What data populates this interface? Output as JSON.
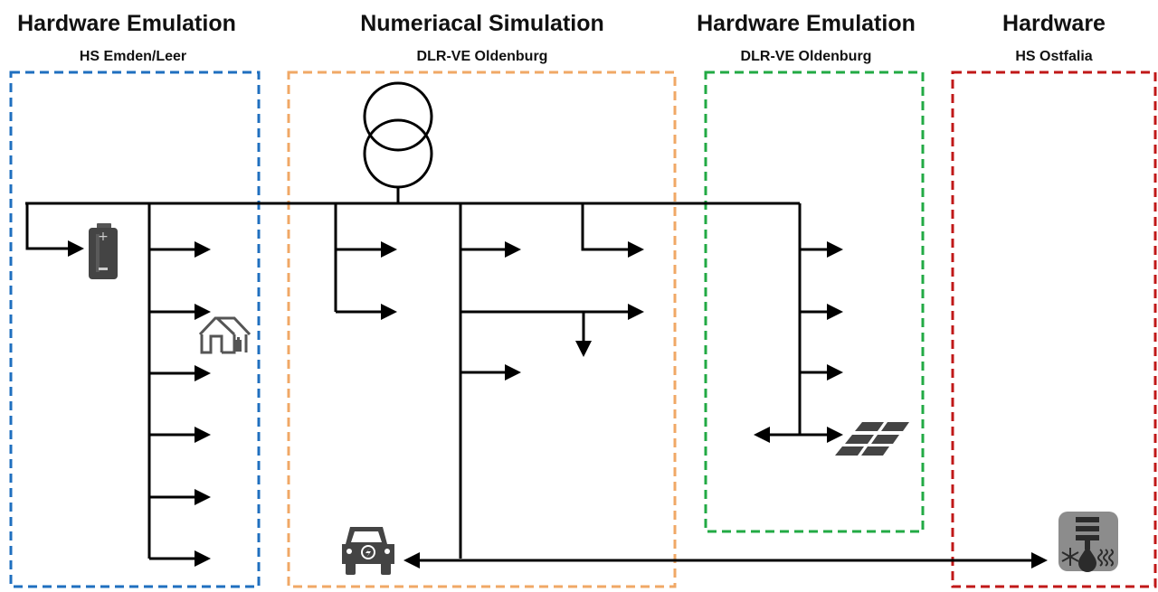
{
  "regions": [
    {
      "title": "Hardware Emulation",
      "subtitle": "HS Emden/Leer",
      "color": "#1f6fbf"
    },
    {
      "title": "Numeriacal Simulation",
      "subtitle": "DLR-VE Oldenburg",
      "color": "#f0a866"
    },
    {
      "title": "Hardware Emulation",
      "subtitle": "DLR-VE Oldenburg",
      "color": "#22aa44"
    },
    {
      "title": "Hardware",
      "subtitle": "HS Ostfalia",
      "color": "#c01818"
    }
  ],
  "icons": {
    "transformer": "transformer-icon",
    "battery": "battery-icon",
    "house": "house-battery-icon",
    "solar": "solar-panel-icon",
    "car": "electric-car-icon",
    "heatpump": "heat-pump-icon"
  }
}
